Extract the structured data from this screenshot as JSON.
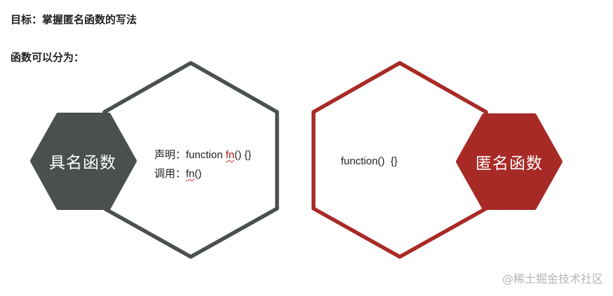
{
  "header": {
    "title": "目标：掌握匿名函数的写法",
    "subtitle": "函数可以分为："
  },
  "named_function": {
    "label": "具名函数",
    "declare_prefix": "声明：",
    "declare_code_before": "function ",
    "declare_code_name": "fn",
    "declare_code_after": "() {}",
    "call_prefix": "调用：",
    "call_code_name": "fn",
    "call_code_after": "()",
    "color": "#4a4f4f"
  },
  "anonymous_function": {
    "label": "匿名函数",
    "code": "function()  {}",
    "color": "#a82a26"
  },
  "watermark": "@稀土掘金技术社区"
}
